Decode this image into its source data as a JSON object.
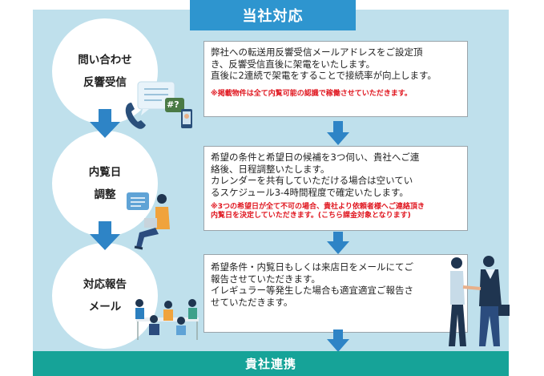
{
  "header": {
    "title": "当社対応"
  },
  "footer": {
    "title": "貴社連携"
  },
  "steps": [
    {
      "label_line1": "問い合わせ",
      "label_line2": "反響受信"
    },
    {
      "label_line1": "内覧日",
      "label_line2": "調整"
    },
    {
      "label_line1": "対応報告",
      "label_line2": "メール"
    }
  ],
  "boxes": [
    {
      "lines": [
        "弊社への転送用反響受信メールアドレスをご設定頂",
        "き、反響受信直後に架電をいたします。",
        "直後に2連続で架電をすることで接続率が向上します。"
      ],
      "note": "※掲載物件は全て内覧可能の認識で稼働させていただきます。"
    },
    {
      "lines": [
        "希望の条件と希望日の候補を3つ伺い、貴社へご連",
        "絡後、日程調整いたします。",
        "カレンダーを共有していただける場合は空いてい",
        "るスケジュール3-4時間程度で確定いたします。"
      ],
      "note_line1": "※3つの希望日が全て不可の場合、貴社より依頼者様へご連絡頂き",
      "note_line2": "内覧日を決定していただきます。(こちら課金対象となります)"
    },
    {
      "lines": [
        "希望条件・内覧日もしくは来店日をメールにてご",
        "報告させていただきます。",
        "イレギュラー等発生した場合も適宜適宜ご報告さ",
        "せていただきます。"
      ]
    }
  ],
  "chat_icon_text": "#?",
  "colors": {
    "panel": "#bfe0ec",
    "header": "#2e95cf",
    "footer": "#16a398",
    "arrow": "#2e84c6",
    "note": "#e0161f"
  }
}
